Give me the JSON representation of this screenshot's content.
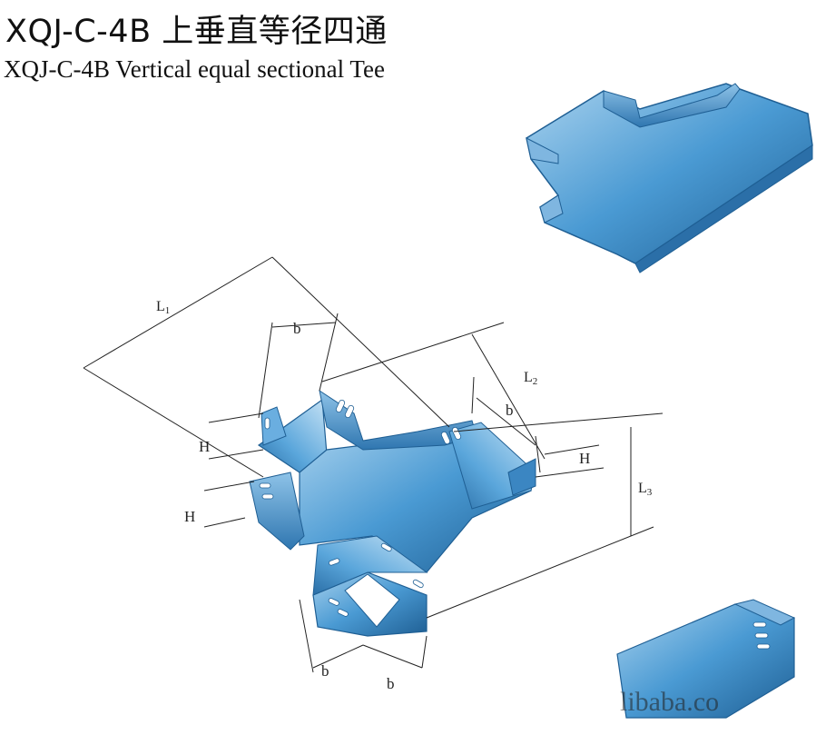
{
  "title_cn": "XQJ-C-4B 上垂直等径四通",
  "title_en": "XQJ-C-4B Vertical equal sectional Tee",
  "dimension_labels": {
    "L1": "L",
    "L1_sub": "1",
    "L2": "L",
    "L2_sub": "2",
    "L3": "L",
    "L3_sub": "3",
    "b_top": "b",
    "b_right": "b",
    "b_bottom_left": "b",
    "b_bottom_right": "b",
    "H_upper": "H",
    "H_lower": "H",
    "H_right": "H"
  },
  "watermark": "libaba.co",
  "colors": {
    "tray_blue": "#3d8ec9",
    "tray_light": "#9cc8e6",
    "tray_dark": "#1f5f94",
    "line": "#222222"
  }
}
